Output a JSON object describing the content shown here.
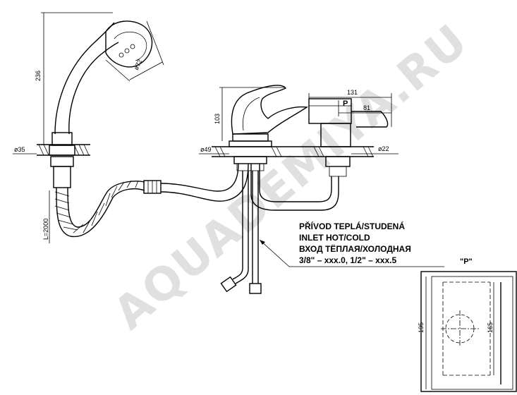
{
  "dimensions": {
    "handshower_height": "236",
    "handshower_diameter": "ø72",
    "hose_length": "L=2000",
    "flange_left": "ø35",
    "spout_height": "103",
    "flange_middle": "ø49",
    "lever_width": "131",
    "lever_offset": "81",
    "flange_right": "ø22",
    "cutout_height": "195",
    "cutout_inner_height": "165"
  },
  "labels": {
    "detail_marker": "P",
    "detail_title": "\"P\""
  },
  "note": {
    "line1": "PŘÍVOD TEPLÁ/STUDENÁ",
    "line2": "INLET HOT/COLD",
    "line3": "ВХОД ТЁПЛАЯ/ХОЛОДНАЯ",
    "line4": "3/8\" – xxx.0, 1/2\" – xxx.5"
  },
  "watermark": "AQUADEMIYA.RU"
}
